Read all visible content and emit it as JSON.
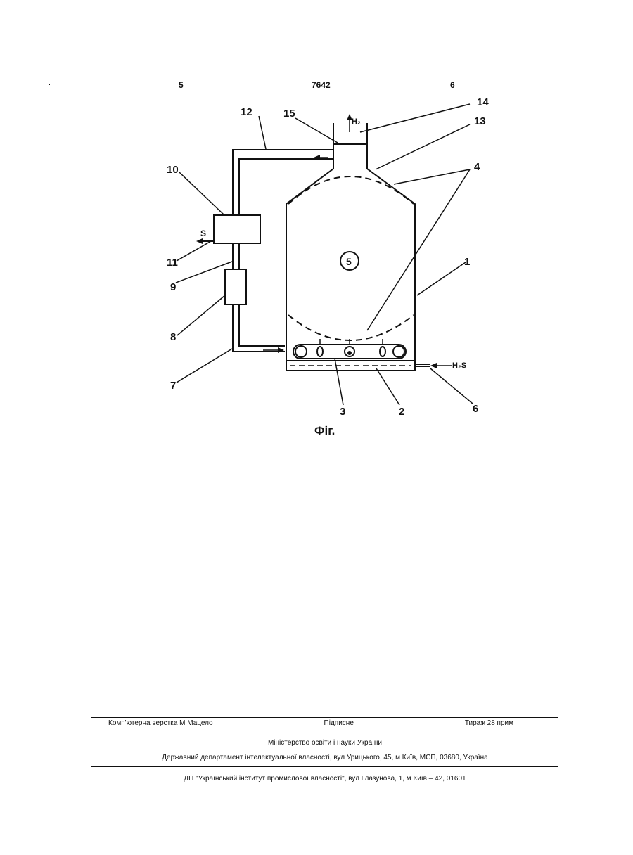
{
  "header": {
    "left_page": "5",
    "patent_number": "7642",
    "right_page": "6"
  },
  "figure": {
    "labels": [
      "1",
      "2",
      "3",
      "4",
      "5",
      "6",
      "7",
      "8",
      "9",
      "10",
      "11",
      "12",
      "13",
      "14",
      "15"
    ],
    "h2": "H₂",
    "h2s": "H₂S",
    "s": "S",
    "caption": "Фіг."
  },
  "footer": {
    "typesetting": "Комп'ютерна верстка М Мацело",
    "signed": "Підписне",
    "circulation": "Тираж 28 прим",
    "ministry": "Міністерство освіти і науки України",
    "department": "Державний департамент інтелектуальної власності, вул  Урицького, 45, м  Київ, МСП, 03680, Україна",
    "institute": "ДП \"Український інститут промислової власності\", вул  Глазунова, 1, м  Київ – 42, 01601"
  }
}
